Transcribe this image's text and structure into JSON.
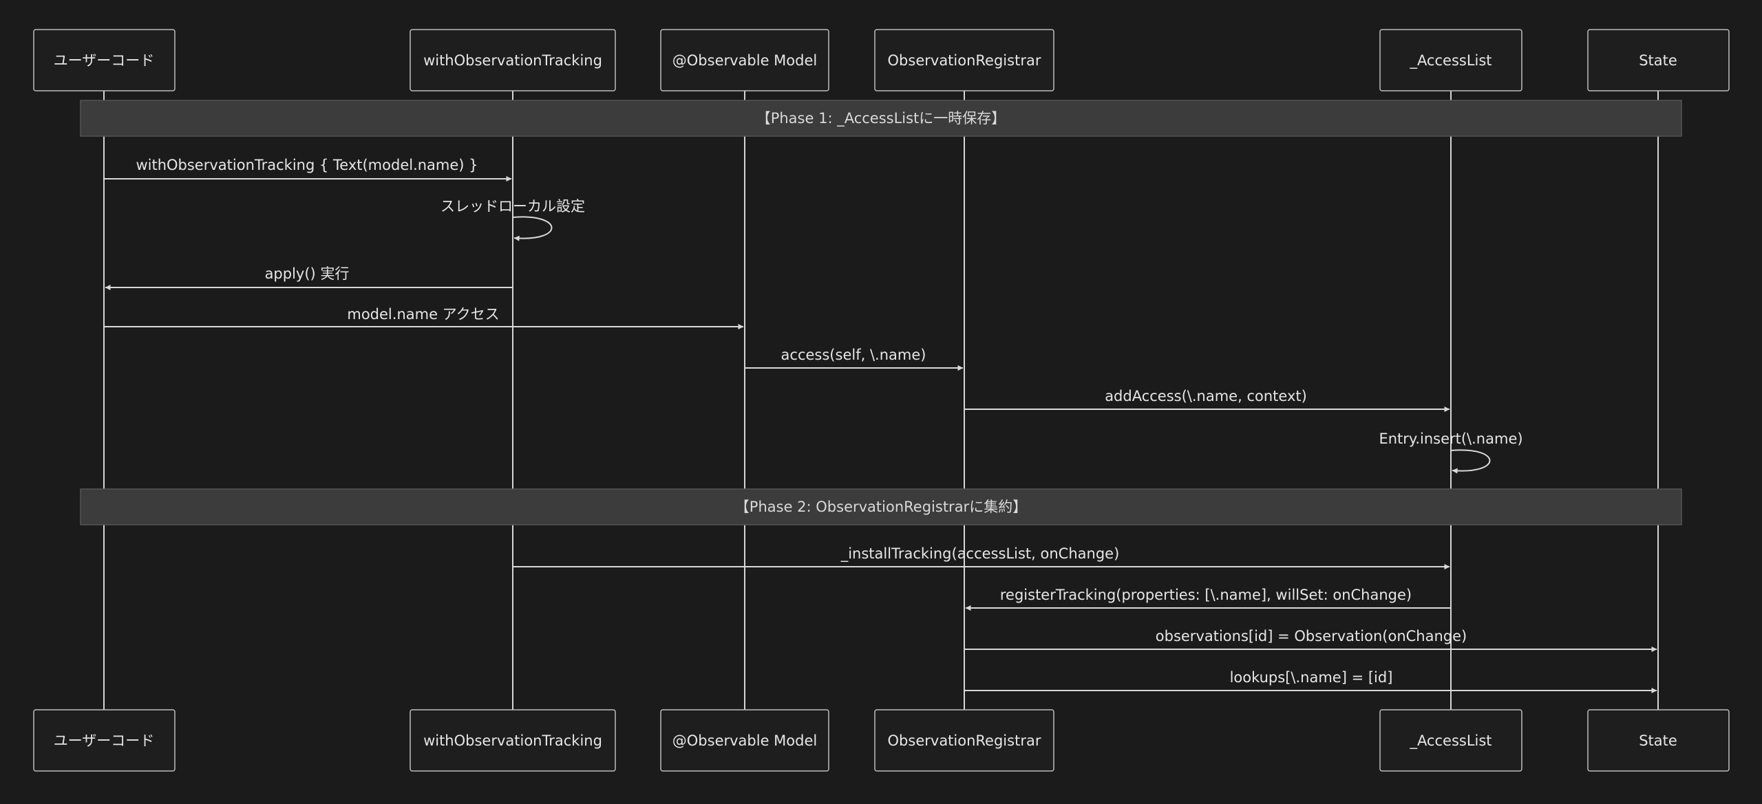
{
  "participants": [
    {
      "id": "user",
      "label": "ユーザーコード"
    },
    {
      "id": "wot",
      "label": "withObservationTracking"
    },
    {
      "id": "model",
      "label": "@Observable Model"
    },
    {
      "id": "registrar",
      "label": "ObservationRegistrar"
    },
    {
      "id": "access",
      "label": "_AccessList"
    },
    {
      "id": "state",
      "label": "State"
    }
  ],
  "phases": [
    {
      "label": "【Phase 1: _AccessListに一時保存】"
    },
    {
      "label": "【Phase 2: ObservationRegistrarに集約】"
    }
  ],
  "messages": [
    {
      "from": "user",
      "to": "wot",
      "label": "withObservationTracking { Text(model.name) }"
    },
    {
      "from": "wot",
      "to": "wot",
      "label": "スレッドローカル設定"
    },
    {
      "from": "wot",
      "to": "user",
      "label": "apply() 実行"
    },
    {
      "from": "user",
      "to": "model",
      "label": "model.name アクセス"
    },
    {
      "from": "model",
      "to": "registrar",
      "label": "access(self, \\.name)"
    },
    {
      "from": "registrar",
      "to": "access",
      "label": "addAccess(\\.name, context)"
    },
    {
      "from": "access",
      "to": "access",
      "label": "Entry.insert(\\.name)"
    },
    {
      "from": "wot",
      "to": "access",
      "label": "_installTracking(accessList, onChange)"
    },
    {
      "from": "access",
      "to": "registrar",
      "label": "registerTracking(properties: [\\.name], willSet: onChange)"
    },
    {
      "from": "registrar",
      "to": "state",
      "label": "observations[id] = Observation(onChange)"
    },
    {
      "from": "registrar",
      "to": "state",
      "label": "lookups[\\.name] = [id]"
    }
  ]
}
